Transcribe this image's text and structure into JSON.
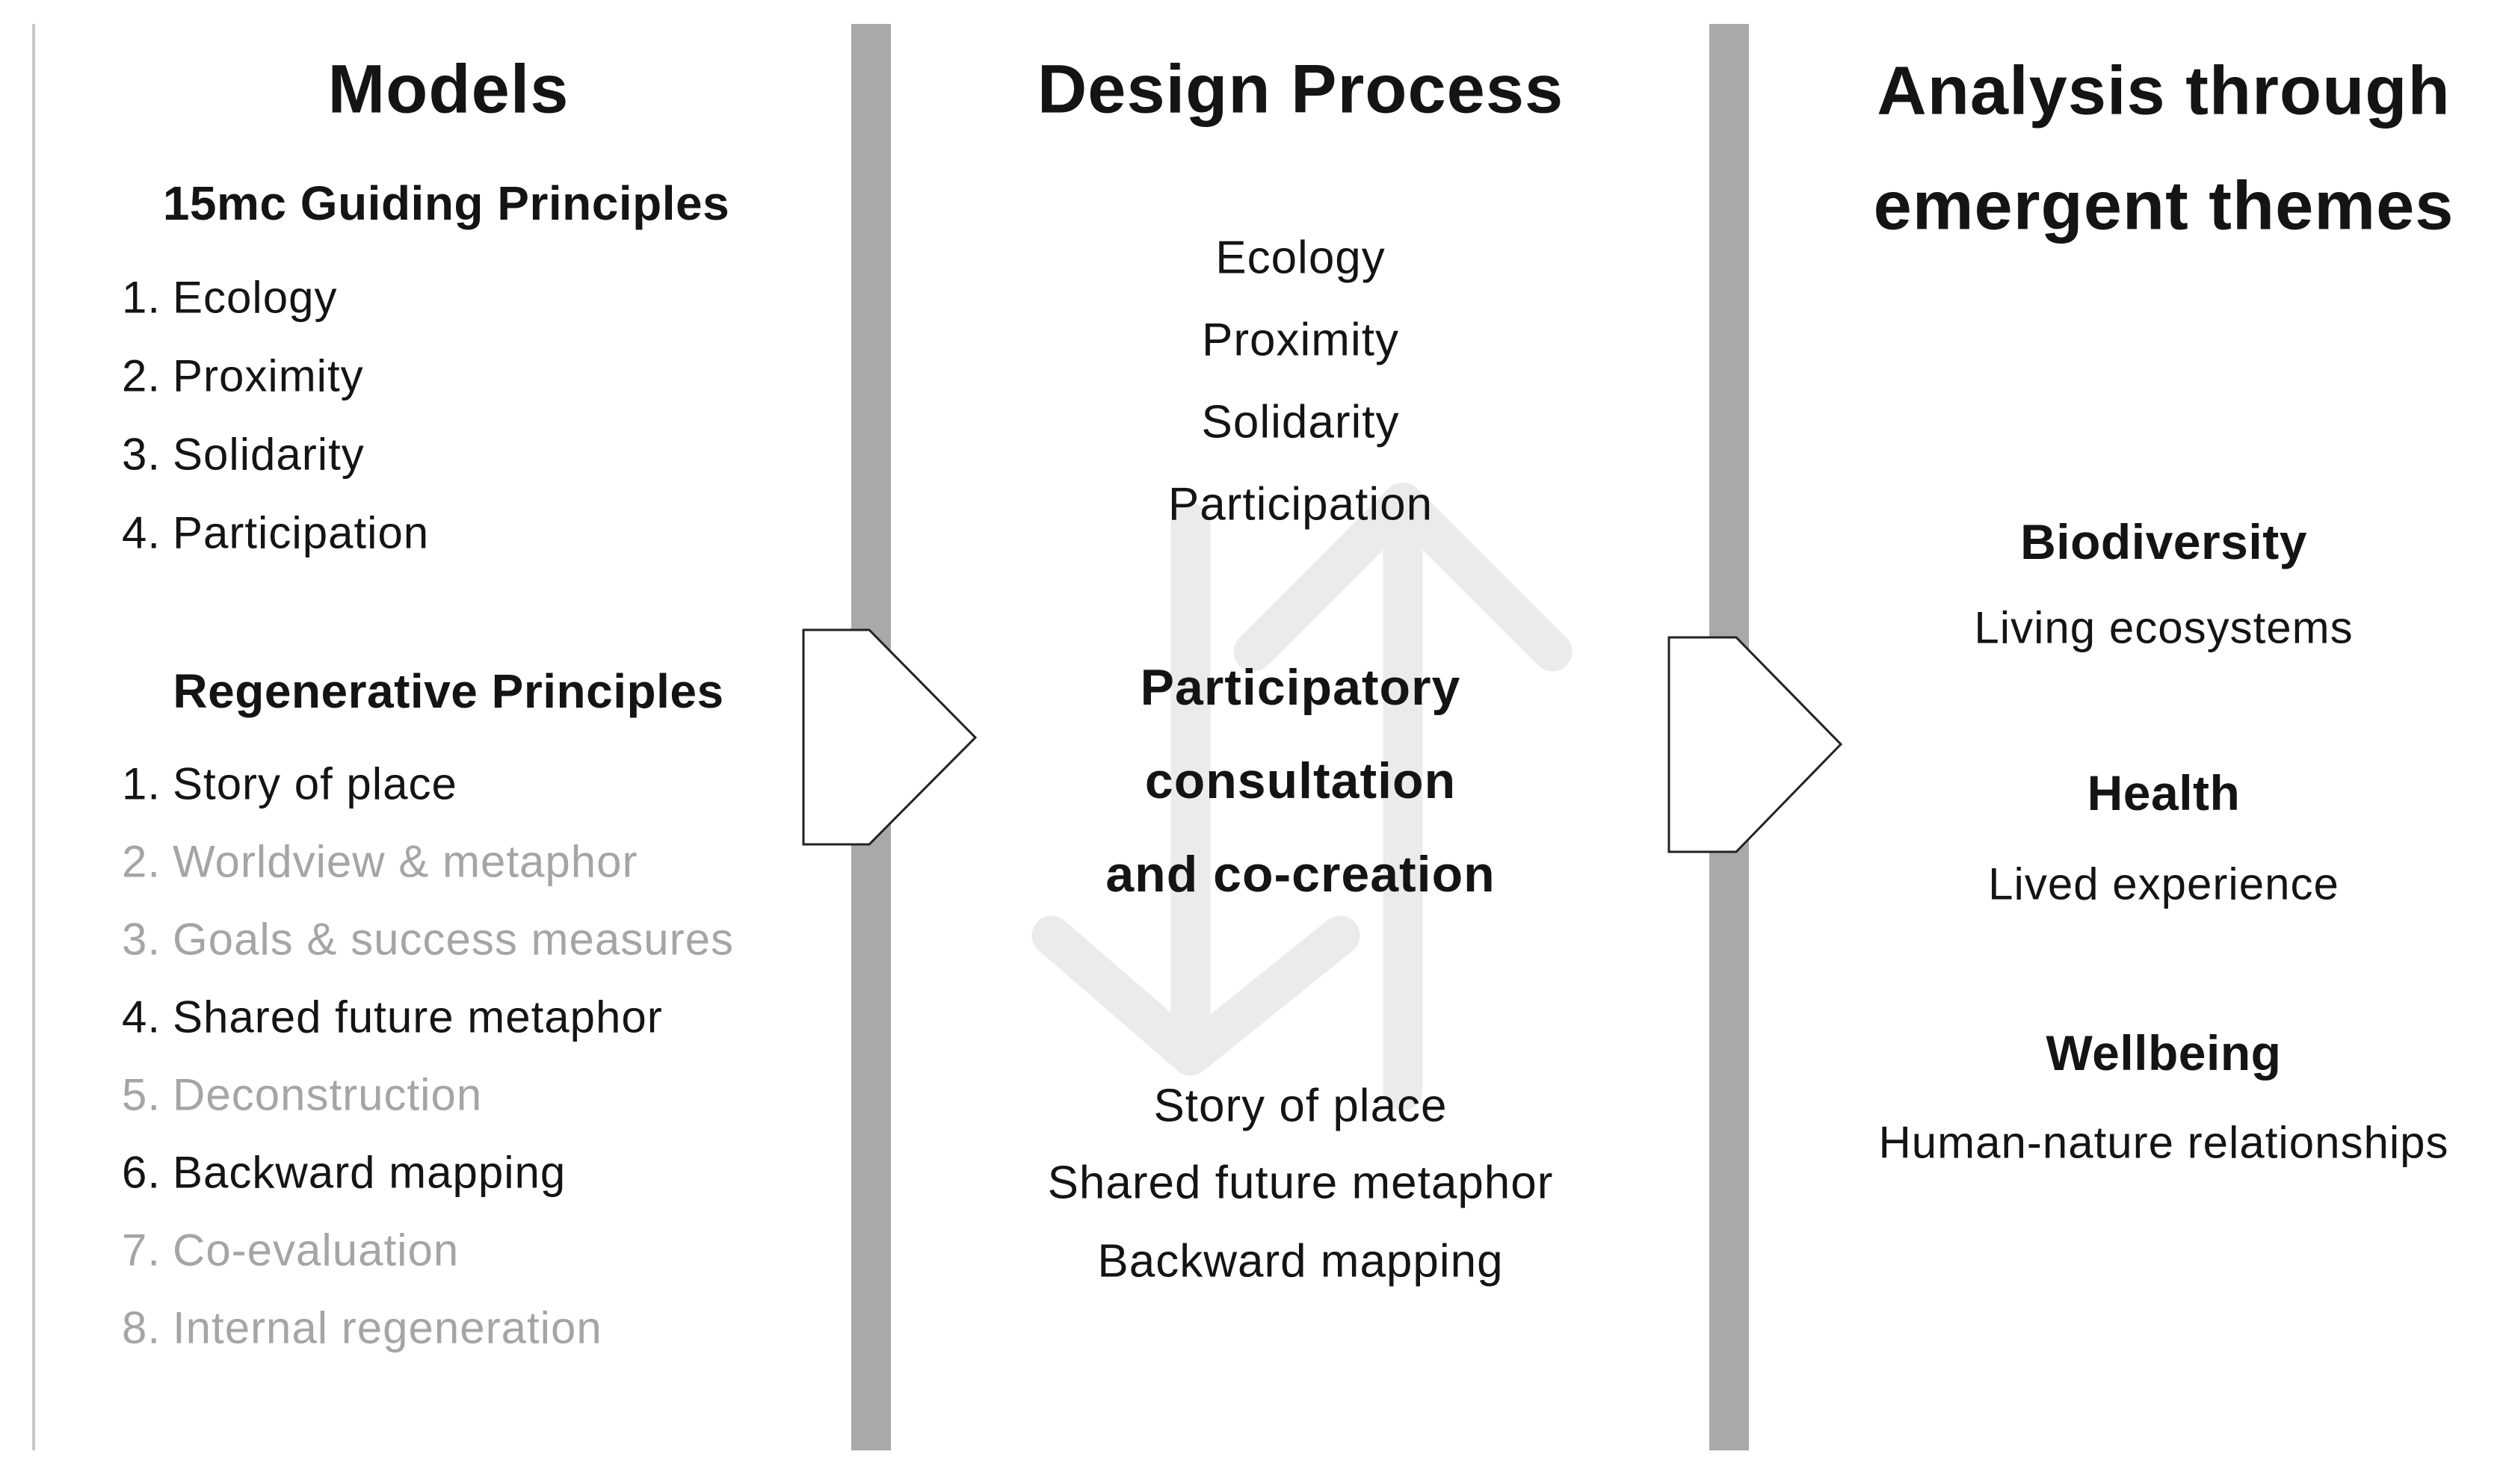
{
  "colors": {
    "text": "#141414",
    "muted_text": "#a5a5a5",
    "divider_gray": "#a9a9a9",
    "edge_line_gray": "#c7c7c7",
    "watermark_gray": "#ebebeb",
    "arrow_fill": "#ffffff",
    "arrow_outline": "#222222"
  },
  "left_column": {
    "title": "Models",
    "sections": [
      {
        "heading": "15mc Guiding Principles",
        "items": [
          {
            "num": "1.",
            "label": "Ecology",
            "muted": false
          },
          {
            "num": "2.",
            "label": "Proximity",
            "muted": false
          },
          {
            "num": "3.",
            "label": "Solidarity",
            "muted": false
          },
          {
            "num": "4.",
            "label": "Participation",
            "muted": false
          }
        ]
      },
      {
        "heading": "Regenerative Principles",
        "items": [
          {
            "num": "1.",
            "label": "Story of place",
            "muted": false
          },
          {
            "num": "2.",
            "label": "Worldview & metaphor",
            "muted": true
          },
          {
            "num": "3.",
            "label": "Goals & success measures",
            "muted": true
          },
          {
            "num": "4.",
            "label": "Shared future metaphor",
            "muted": false
          },
          {
            "num": "5.",
            "label": "Deconstruction",
            "muted": true
          },
          {
            "num": "6.",
            "label": "Backward mapping",
            "muted": false
          },
          {
            "num": "7.",
            "label": "Co-evaluation",
            "muted": true
          },
          {
            "num": "8.",
            "label": "Internal regeneration",
            "muted": true
          }
        ]
      }
    ]
  },
  "middle_column": {
    "title": "Design Process",
    "top_items": [
      "Ecology",
      "Proximity",
      "Solidarity",
      "Participation"
    ],
    "highlight_lines": [
      "Participatory",
      "consultation",
      "and co-creation"
    ],
    "bottom_items": [
      "Story of place",
      "Shared future metaphor",
      "Backward mapping"
    ]
  },
  "right_column": {
    "title_lines": [
      "Analysis through",
      "emergent themes"
    ],
    "themes": [
      {
        "name": "Biodiversity",
        "description": "Living ecosystems"
      },
      {
        "name": "Health",
        "description": "Lived experience"
      },
      {
        "name": "Wellbeing",
        "description": "Human-nature relationships"
      }
    ]
  }
}
